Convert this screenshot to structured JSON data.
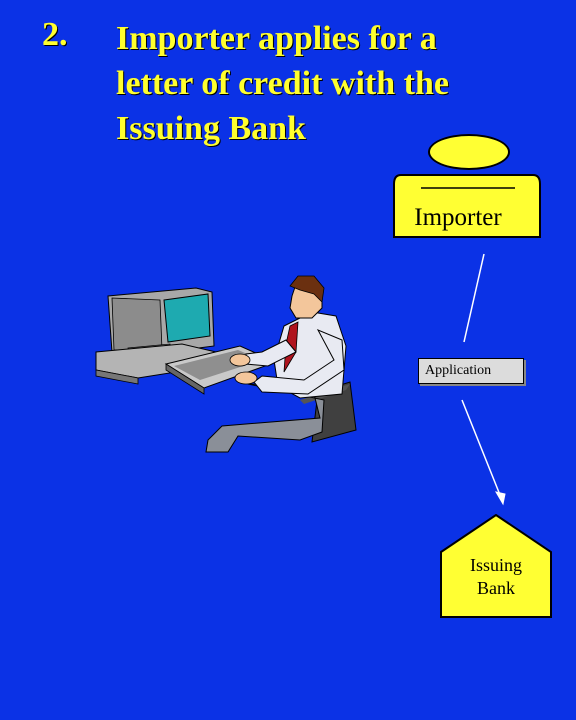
{
  "slide": {
    "step_number": "2.",
    "title_lines": [
      "Importer applies for a",
      "letter of credit with the",
      "Issuing Bank"
    ]
  },
  "diagram": {
    "importer_label": "Importer",
    "application_label": "Application",
    "bank_label_lines": [
      "Issuing",
      "Bank"
    ]
  },
  "colors": {
    "background": "#0b32e6",
    "title_text": "#ffff2e",
    "shape_fill": "#ffff33",
    "document_fill": "#dcdcdc"
  },
  "illustration": {
    "subject": "person-at-computer-clipart"
  }
}
